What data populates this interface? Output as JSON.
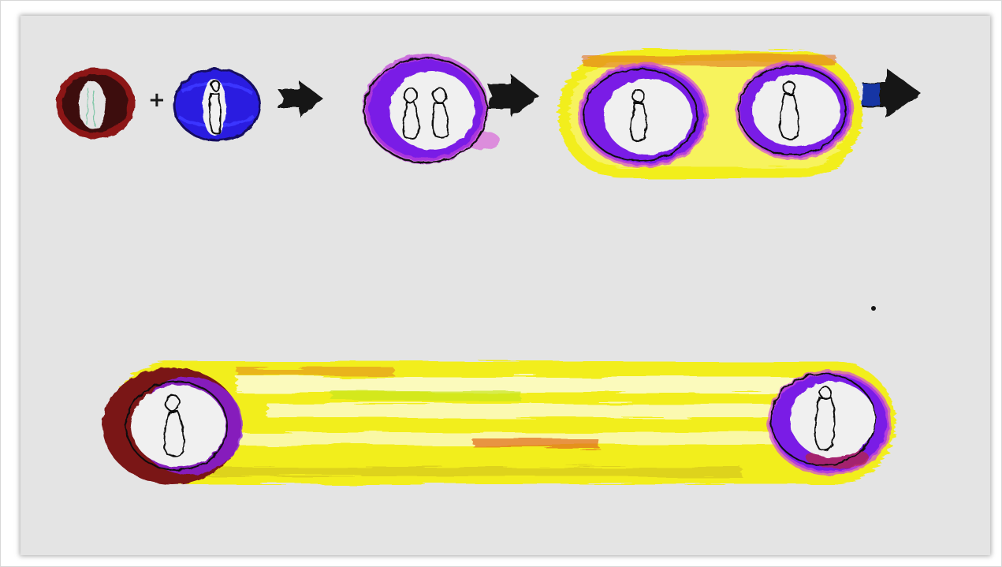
{
  "plus_sign": "+",
  "colors": {
    "board": "#e4e4e4",
    "red_ring": "#7a1216",
    "blue_fill": "#2a1ee0",
    "purple": "#8a1fe6",
    "magenta": "#d04bd8",
    "yellow": "#f2ee1e",
    "orange": "#e06a1a",
    "ink": "#111111"
  },
  "stages": [
    {
      "id": "gamete-a",
      "icon": "red-ring-cell-icon"
    },
    {
      "id": "gamete-b",
      "icon": "blue-cell-icon"
    },
    {
      "id": "zygote",
      "icon": "purple-two-nuclei-cell-icon"
    },
    {
      "id": "two-cell",
      "icon": "yellow-paired-cells-icon"
    },
    {
      "id": "elongated",
      "icon": "yellow-elongated-cell-icon"
    }
  ],
  "arrows": 3
}
